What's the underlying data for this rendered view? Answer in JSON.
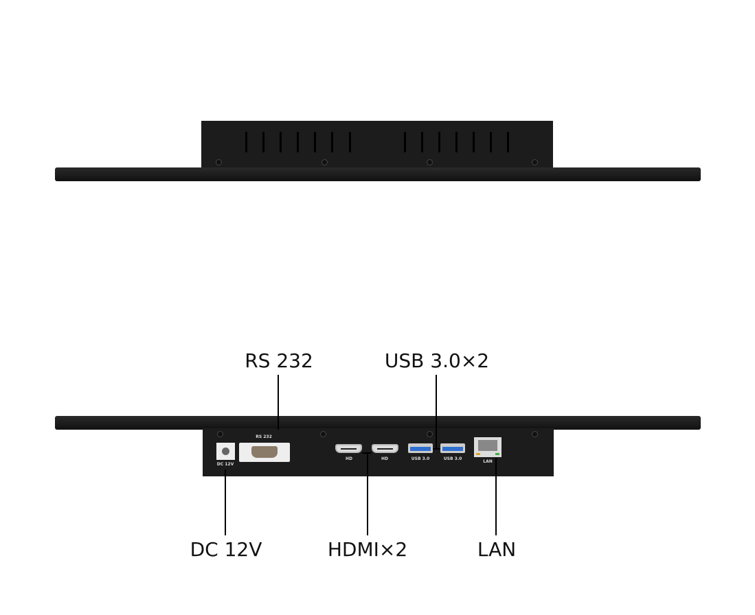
{
  "labels": {
    "rs232": "RS 232",
    "usb": "USB 3.0×2",
    "dc": "DC 12V",
    "hdmi": "HDMI×2",
    "lan": "LAN"
  },
  "port_labels": {
    "dc": "DC 12V",
    "rs232": "RS 232",
    "hd1": "HD",
    "hd2": "HD",
    "usb1": "USB 3.0",
    "usb2": "USB 3.0",
    "lan": "LAN"
  },
  "colors": {
    "usb_blue": "#2f6fd0",
    "body": "#1c1c1c"
  }
}
